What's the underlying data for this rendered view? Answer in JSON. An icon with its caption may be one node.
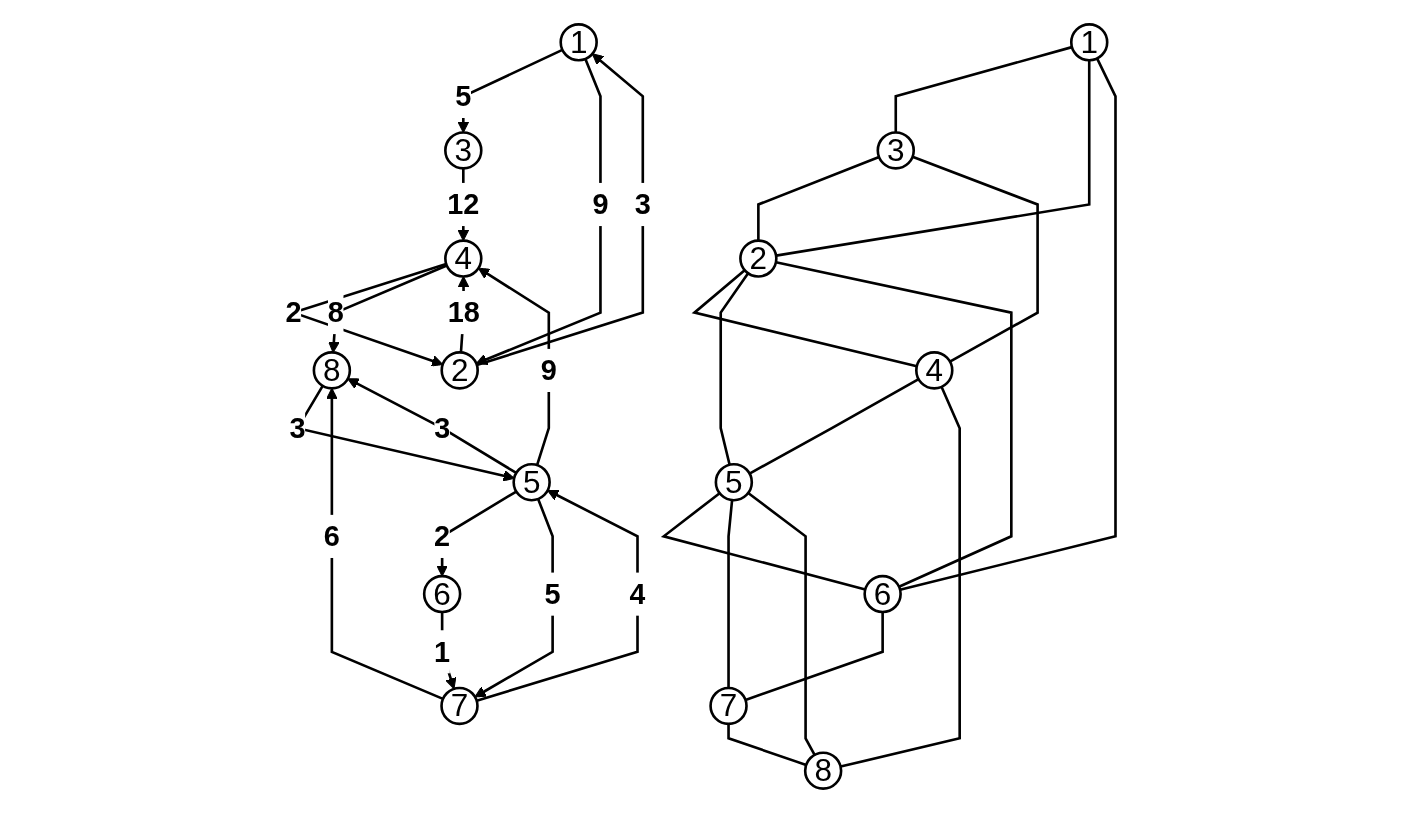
{
  "diagram": {
    "nodes": [
      {
        "text": [
          "1"
        ]
      },
      {
        "text": [
          "2"
        ]
      },
      {
        "text": [
          "3"
        ]
      },
      {
        "text": [
          "4"
        ]
      },
      {
        "text": [
          "5"
        ]
      },
      {
        "text": [
          "6"
        ]
      },
      {
        "text": [
          "7"
        ]
      },
      {
        "text": [
          "8"
        ]
      },
      {
        "text": [
          "1"
        ]
      },
      {
        "text": [
          "2"
        ]
      },
      {
        "text": [
          "3"
        ]
      },
      {
        "text": [
          "4"
        ]
      },
      {
        "text": [
          "5"
        ]
      },
      {
        "text": [
          "6"
        ]
      },
      {
        "text": [
          "7"
        ]
      },
      {
        "text": [
          "8"
        ]
      }
    ],
    "edges": [
      {
        "from": 0,
        "to": 2,
        "arrow": "none"
      },
      {
        "from": 0,
        "to": 1,
        "arrow": "none"
      },
      {
        "from": 0,
        "to": 5,
        "arrow": "none"
      },
      {
        "from": 2,
        "to": 1,
        "arrow": "none"
      },
      {
        "from": 2,
        "to": 3,
        "arrow": "none"
      },
      {
        "from": 1,
        "to": 3,
        "arrow": "none"
      },
      {
        "from": 1,
        "to": 4,
        "arrow": "none"
      },
      {
        "from": 1,
        "to": 5,
        "arrow": "none"
      },
      {
        "from": 3,
        "to": 4,
        "arrow": "none"
      },
      {
        "from": 3,
        "to": 7,
        "arrow": "none"
      },
      {
        "from": 4,
        "to": 5,
        "arrow": "none"
      },
      {
        "from": 4,
        "to": 6,
        "arrow": "none"
      },
      {
        "from": 4,
        "to": 7,
        "arrow": "none"
      },
      {
        "from": 5,
        "to": 6,
        "arrow": "none"
      },
      {
        "from": 6,
        "to": 7,
        "arrow": "none"
      },
      {
        "from": 8,
        "to": 10,
        "arrow": "to",
        "label": "5"
      },
      {
        "from": 10,
        "to": 11,
        "arrow": "to",
        "label": "12"
      },
      {
        "from": 8,
        "to": 9,
        "arrow": "to",
        "label": "9"
      },
      {
        "from": 9,
        "to": 8,
        "arrow": "to",
        "label": "3"
      },
      {
        "from": 11,
        "to": 9,
        "arrow": "to",
        "label": "2"
      },
      {
        "from": 9,
        "to": 11,
        "arrow": "to",
        "label": "18"
      },
      {
        "from": 12,
        "to": 11,
        "arrow": "to",
        "label": "9"
      },
      {
        "from": 11,
        "to": 15,
        "arrow": "to",
        "label": "8"
      },
      {
        "from": 12,
        "to": 13,
        "arrow": "to",
        "label": "2"
      },
      {
        "from": 15,
        "to": 12,
        "arrow": "to",
        "label": "3"
      },
      {
        "from": 12,
        "to": 15,
        "arrow": "to",
        "label": "3"
      },
      {
        "from": 12,
        "to": 14,
        "arrow": "to",
        "label": "5"
      },
      {
        "from": 14,
        "to": 12,
        "arrow": "to",
        "label": "4"
      },
      {
        "from": 13,
        "to": 14,
        "arrow": "to",
        "label": "1"
      },
      {
        "from": 14,
        "to": 15,
        "arrow": "to",
        "label": "6"
      }
    ]
  }
}
